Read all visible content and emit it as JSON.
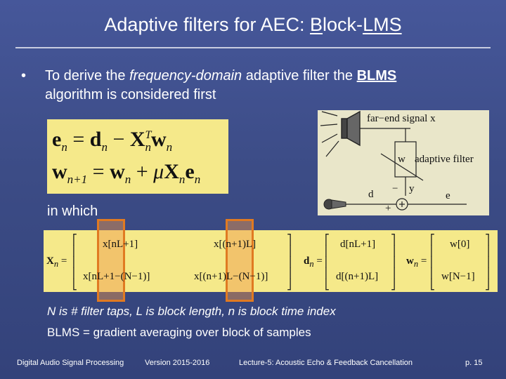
{
  "title": {
    "pre": "Adaptive filters for AEC: ",
    "block_b": "B",
    "block_rest": "lock-",
    "lms": "LMS"
  },
  "bullet": {
    "symbol": "•",
    "pre": "To derive the ",
    "em": "frequency-domain",
    "mid": " adaptive filter the ",
    "strong": "BLMS",
    "post": "algorithm is considered first"
  },
  "equations": {
    "line1": {
      "e": "e",
      "e_sub": "n",
      "eq": " = ",
      "d": "d",
      "d_sub": "n",
      "minus": " − ",
      "X": "X",
      "X_sup": "T",
      "X_sub": "n",
      "w": "w",
      "w_sub": "n"
    },
    "line2": {
      "w": "w",
      "w_sub": "n+1",
      "eq": " = ",
      "w2": "w",
      "w2_sub": "n",
      "plus": " + ",
      "mu": "μ",
      "X": "X",
      "X_sub": "n",
      "e": "e",
      "e_sub": "n"
    }
  },
  "diagram": {
    "far_end_label": "far−end signal x",
    "w_label": "w",
    "adaptive_filter_label": "adaptive filter",
    "d_label": "d",
    "y_label": "y",
    "e_label": "e",
    "minus_sign": "−",
    "plus_sign": "+"
  },
  "in_which": "in which",
  "matrix": {
    "Xn_label": "X",
    "Xn_sub": "n",
    "dn_label": "d",
    "dn_sub": "n",
    "wn_label": "w",
    "wn_sub": "n",
    "equals": " =",
    "x_top_left": "x[nL+1]",
    "x_top_right": "x[(n+1)L]",
    "x_bot_left": "x[nL+1−(N−1)]",
    "x_bot_right": "x[(n+1)L−(N−1)]",
    "d_top": "d[nL+1]",
    "d_bot": "d[(n+1)L]",
    "w_top": "w[0]",
    "w_bot": "w[N−1]"
  },
  "notes": {
    "line1": "N is # filter taps, L is block length, n is block time index",
    "line2": "BLMS = gradient averaging over block of samples"
  },
  "footer": {
    "course": "Digital Audio Signal Processing",
    "version": "Version 2015-2016",
    "lecture": "Lecture-5: Acoustic Echo & Feedback Cancellation",
    "page": "p. 15"
  },
  "colors": {
    "background": "#3d4d86",
    "equation_box": "#f5e98a",
    "highlight_border": "#e07a22",
    "diagram_bg": "#e9e6c9"
  }
}
